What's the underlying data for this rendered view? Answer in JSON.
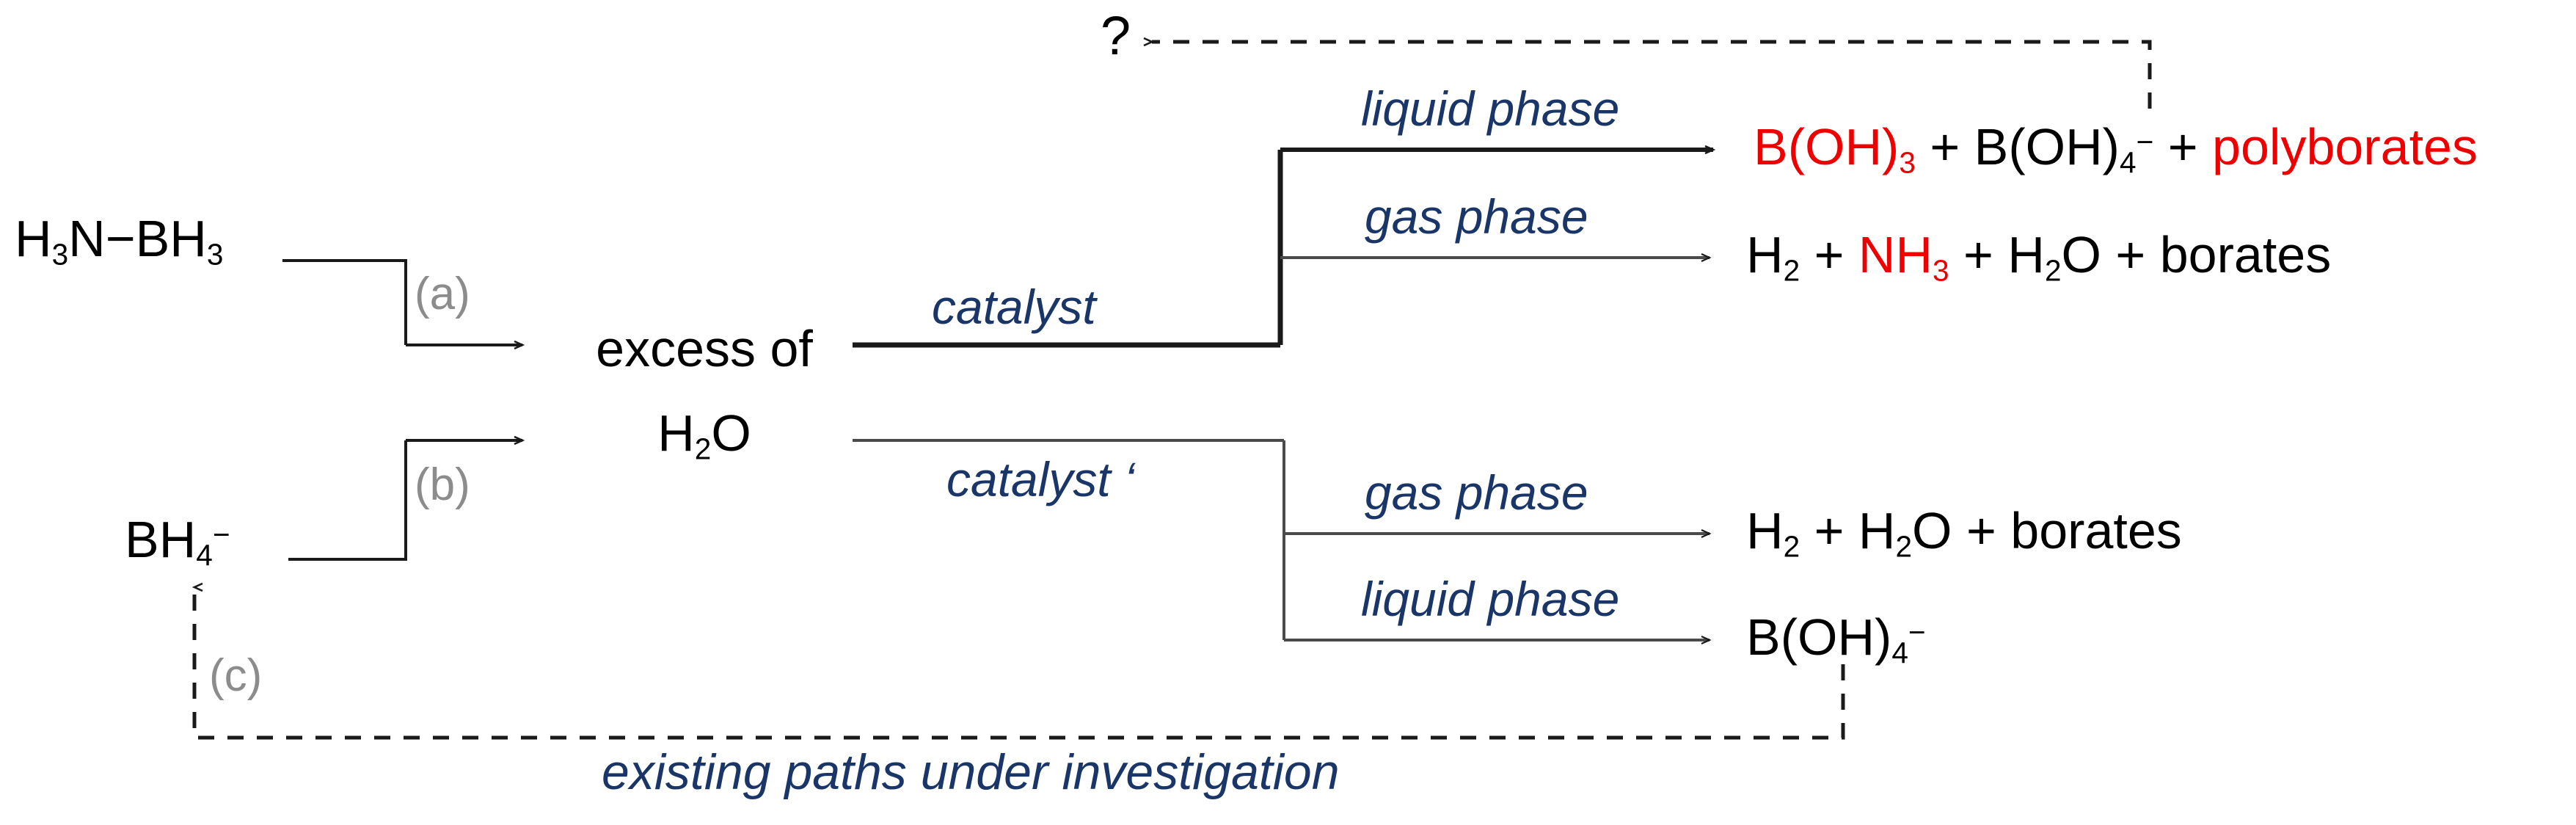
{
  "diagram": {
    "title_caption": "existing paths under investigation",
    "unknown_marker": "?",
    "colors": {
      "accent_blue": "#1a3668",
      "highlight_red": "#ee0000",
      "step_gray": "#8c8c8c",
      "line_black": "#1a1a1a",
      "background": "#ffffff"
    }
  },
  "reactants": [
    {
      "id": "ammonia-borane",
      "formula_html": "H<sub>3</sub>N&#8722;BH<sub>3</sub>",
      "plain": "H3N-BH3"
    },
    {
      "id": "borohydride",
      "formula_html": "BH<sub>4</sub><sup>&#8722;</sup>",
      "plain": "BH4-"
    }
  ],
  "steps": [
    {
      "id": "a",
      "label": "(a)"
    },
    {
      "id": "b",
      "label": "(b)"
    },
    {
      "id": "c",
      "label": "(c)"
    }
  ],
  "medium": {
    "line1": "excess of",
    "line2_html": "H<sub>2</sub>O",
    "plain": "excess of H2O"
  },
  "catalysts": [
    {
      "id": "catalyst",
      "label": "catalyst"
    },
    {
      "id": "catalyst-prime",
      "label": "catalyst ‘"
    }
  ],
  "branches": [
    {
      "id": "top-liquid-phase",
      "phase": "liquid phase",
      "products_html": "<span class=\"red\">B(OH)<sub>3</sub></span> + B(OH)<sub>4</sub><sup>&#8722;</sup> + <span class=\"red\">polyborates</span>",
      "products_plain": "B(OH)3 + B(OH)4- + polyborates"
    },
    {
      "id": "top-gas-phase",
      "phase": "gas phase",
      "products_html": "H<sub>2</sub> + <span class=\"red\">NH<sub>3</sub></span> + H<sub>2</sub>O + borates",
      "products_plain": "H2 + NH3 + H2O + borates"
    },
    {
      "id": "bottom-gas-phase",
      "phase": "gas phase",
      "products_html": "H<sub>2</sub> + H<sub>2</sub>O + borates",
      "products_plain": "H2 + H2O + borates"
    },
    {
      "id": "bottom-liquid-phase",
      "phase": "liquid phase",
      "products_html": "B(OH)<sub>4</sub><sup>&#8722;</sup>",
      "products_plain": "B(OH)4-"
    }
  ]
}
